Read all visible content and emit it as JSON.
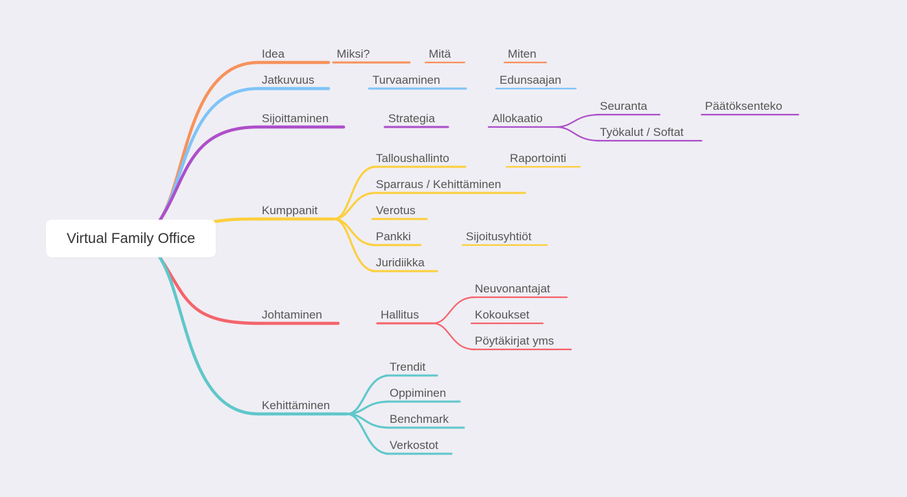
{
  "root": {
    "label": "Virtual Family Office"
  },
  "colors": {
    "idea": "#f7925c",
    "jatkuvuus": "#7ec4f8",
    "sijoittaminen": "#ad4fc9",
    "kumppanit": "#fccf3d",
    "johtaminen": "#f4646b",
    "kehittaminen": "#5fc7cb"
  },
  "branches": [
    {
      "label": "Idea",
      "color_key": "idea",
      "children": [
        {
          "label": "Miksi?",
          "children": [
            {
              "label": "Mitä",
              "children": [
                {
                  "label": "Miten"
                }
              ]
            }
          ]
        }
      ]
    },
    {
      "label": "Jatkuvuus",
      "color_key": "jatkuvuus",
      "children": [
        {
          "label": "Turvaaminen",
          "children": [
            {
              "label": "Edunsaajan"
            }
          ]
        }
      ]
    },
    {
      "label": "Sijoittaminen",
      "color_key": "sijoittaminen",
      "children": [
        {
          "label": "Strategia",
          "children": [
            {
              "label": "Allokaatio",
              "children": [
                {
                  "label": "Seuranta",
                  "children": [
                    {
                      "label": "Päätöksenteko"
                    }
                  ]
                },
                {
                  "label": "Työkalut / Softat"
                }
              ]
            }
          ]
        }
      ]
    },
    {
      "label": "Kumppanit",
      "color_key": "kumppanit",
      "children": [
        {
          "label": "Talloushallinto",
          "children": [
            {
              "label": "Raportointi"
            }
          ]
        },
        {
          "label": "Sparraus / Kehittäminen"
        },
        {
          "label": "Verotus"
        },
        {
          "label": "Pankki",
          "children": [
            {
              "label": "Sijoitusyhtiöt"
            }
          ]
        },
        {
          "label": "Juridiikka"
        }
      ]
    },
    {
      "label": "Johtaminen",
      "color_key": "johtaminen",
      "children": [
        {
          "label": "Hallitus",
          "children": [
            {
              "label": "Neuvonantajat"
            },
            {
              "label": "Kokoukset"
            },
            {
              "label": "Pöytäkirjat yms"
            }
          ]
        }
      ]
    },
    {
      "label": "Kehittäminen",
      "color_key": "kehittaminen",
      "children": [
        {
          "label": "Trendit"
        },
        {
          "label": "Oppiminen"
        },
        {
          "label": "Benchmark"
        },
        {
          "label": "Verkostot"
        }
      ]
    }
  ]
}
